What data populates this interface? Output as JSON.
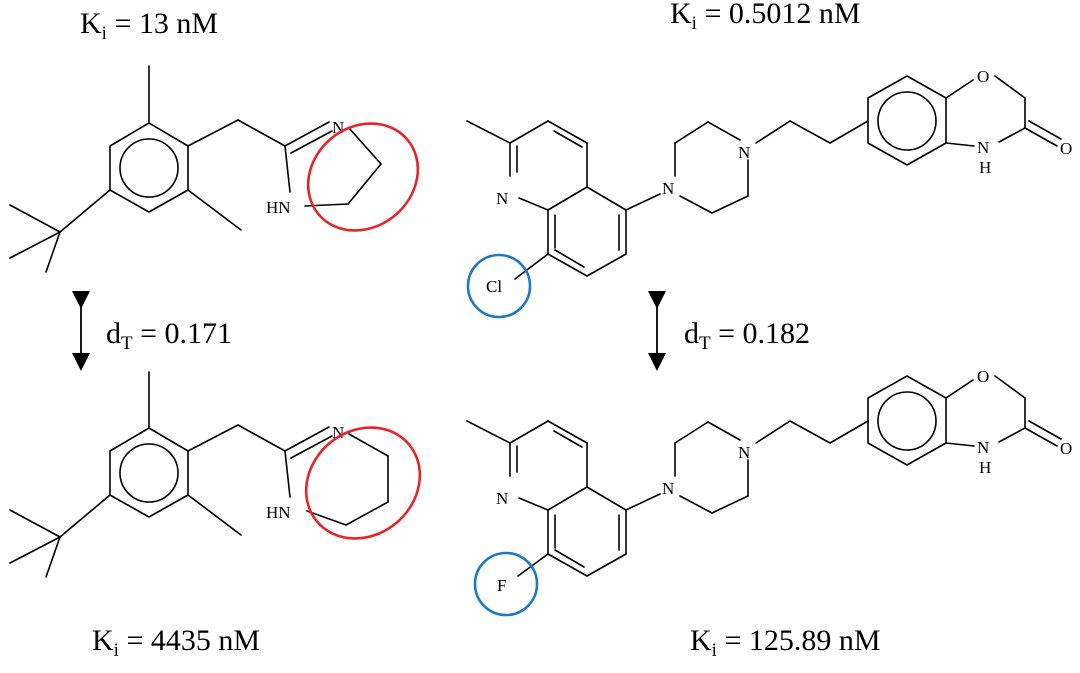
{
  "pairs": [
    {
      "top_ki": {
        "symbol": "K",
        "sub": "i",
        "value": " = 13 nM"
      },
      "bottom_ki": {
        "symbol": "K",
        "sub": "i",
        "value": " = 4435 nM"
      },
      "distance": {
        "symbol": "d",
        "sub": "T",
        "value": " = 0.171"
      },
      "highlight_color": "#e3252c"
    },
    {
      "top_ki": {
        "symbol": "K",
        "sub": "i",
        "value": " = 0.5012 nM"
      },
      "bottom_ki": {
        "symbol": "K",
        "sub": "i",
        "value": " = 125.89 nM"
      },
      "distance": {
        "symbol": "d",
        "sub": "T",
        "value": " = 0.182"
      },
      "highlight_color": "#1f78c1"
    }
  ],
  "atoms": {
    "n": "N",
    "hn": "HN",
    "nh_n": "N",
    "nh_h": "H",
    "o": "O",
    "cl": "Cl",
    "f": "F"
  }
}
